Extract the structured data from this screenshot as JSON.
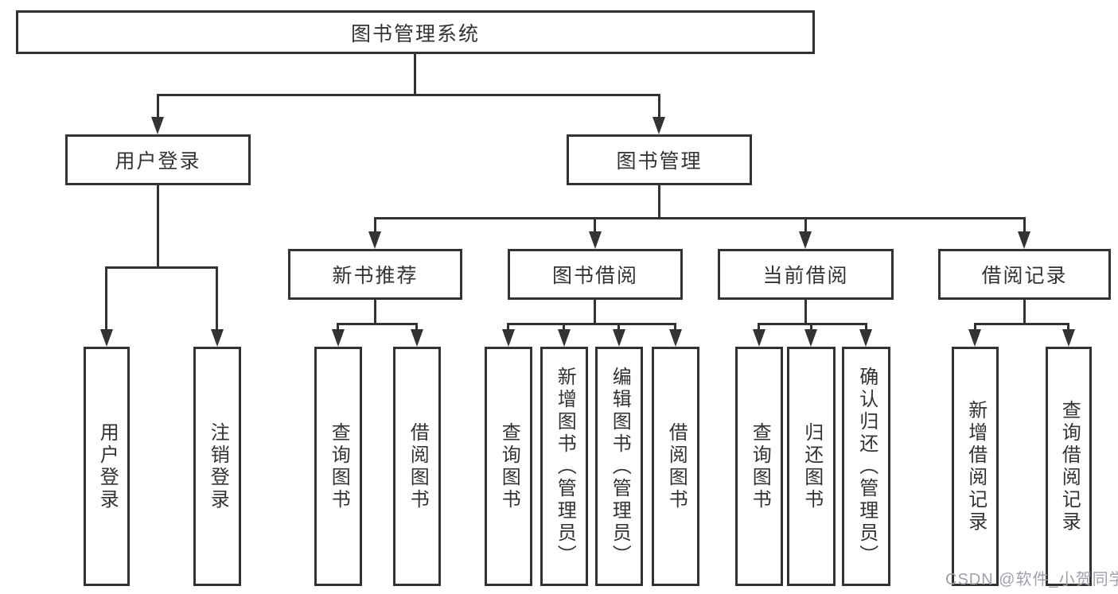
{
  "diagram": {
    "title": "图书管理系统",
    "branches": [
      {
        "label": "用户登录",
        "children": [
          "用户登录",
          "注销登录"
        ]
      },
      {
        "label": "图书管理",
        "children": [
          {
            "label": "新书推荐",
            "children": [
              "查询图书",
              "借阅图书"
            ]
          },
          {
            "label": "图书借阅",
            "children": [
              "查询图书",
              "新增图书（管理员）",
              "编辑图书（管理员）",
              "借阅图书"
            ]
          },
          {
            "label": "当前借阅",
            "children": [
              "查询图书",
              "归还图书",
              "确认归还（管理员）"
            ]
          },
          {
            "label": "借阅记录",
            "children": [
              "新增借阅记录",
              "查询借阅记录"
            ]
          }
        ]
      }
    ]
  },
  "watermark": "CSDN @软件_小贺同学",
  "colors": {
    "line": "#333333",
    "text": "#333333",
    "watermark": "#a0a0aa",
    "background": "#ffffff"
  }
}
